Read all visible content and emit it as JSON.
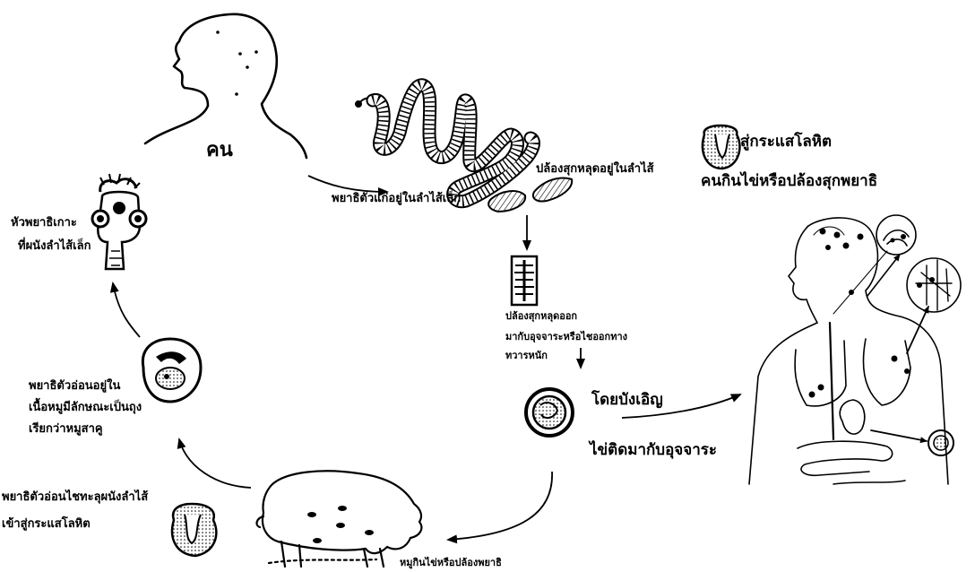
{
  "labels": {
    "human": "คน",
    "adult_worm": "พยาธิตัวแก่อยู่ในลำไส้เล็ก",
    "proglottid_detached": "ปล้องสุกหลุดอยู่ในลำไส้",
    "proglottid_out_1": "ปล้องสุกหลุดออก",
    "proglottid_out_2": "มากับอุจจาระหรือไชออกทาง",
    "proglottid_out_3": "ทวารหนัก",
    "accidentally": "โดยบังเอิญ",
    "egg_in_feces": "ไข่ติดมากับอุจจาระ",
    "pig_eats": "หมูกินไข่หรือปล้องพยาธิ",
    "larva_penetrates_1": "พยาธิตัวอ่อนไชทะลุผนังลำไส้",
    "larva_penetrates_2": "เข้าสู่กระแสโลหิต",
    "cysticercus_1": "พยาธิตัวอ่อนอยู่ใน",
    "cysticercus_2": "เนื้อหมูมีลักษณะเป็นถุง",
    "cysticercus_3": "เรียกว่าหมูสาคู",
    "scolex_1": "หัวพยาธิเกาะ",
    "scolex_2": "ที่ผนังลำไส้เล็ก",
    "to_bloodstream": "สู่กระแสโลหิต",
    "human_eats": "คนกินไข่หรือปล้องสุกพยาธิ"
  }
}
